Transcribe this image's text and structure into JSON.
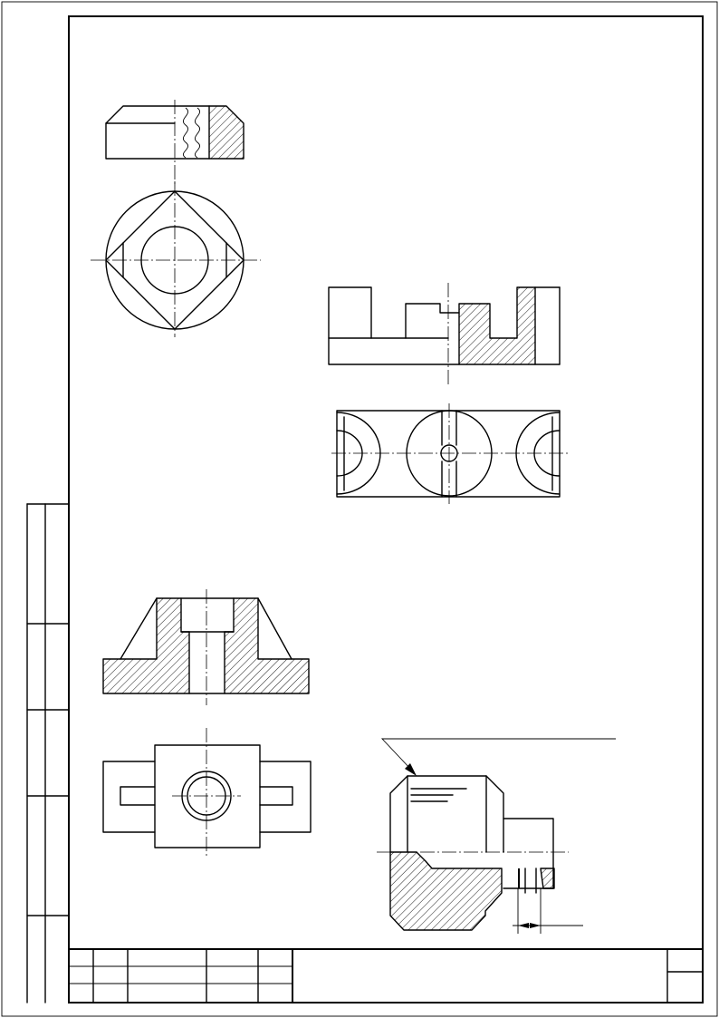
{
  "document": {
    "type": "technical-drawing-sheet",
    "paper": "A4-portrait"
  },
  "drawings": [
    {
      "id": "ring-nut",
      "views": [
        "front-view-with-half-section",
        "top-view"
      ]
    },
    {
      "id": "slotted-block",
      "views": [
        "front-view-with-half-section",
        "top-view"
      ]
    },
    {
      "id": "base-with-boss",
      "views": [
        "full-section",
        "top-view"
      ]
    },
    {
      "id": "stepped-shaft-collar",
      "views": [
        "half-section"
      ]
    }
  ],
  "title_block": {
    "rows": 3,
    "text": []
  },
  "colors": {
    "line": "#000000",
    "paper": "#ffffff"
  }
}
